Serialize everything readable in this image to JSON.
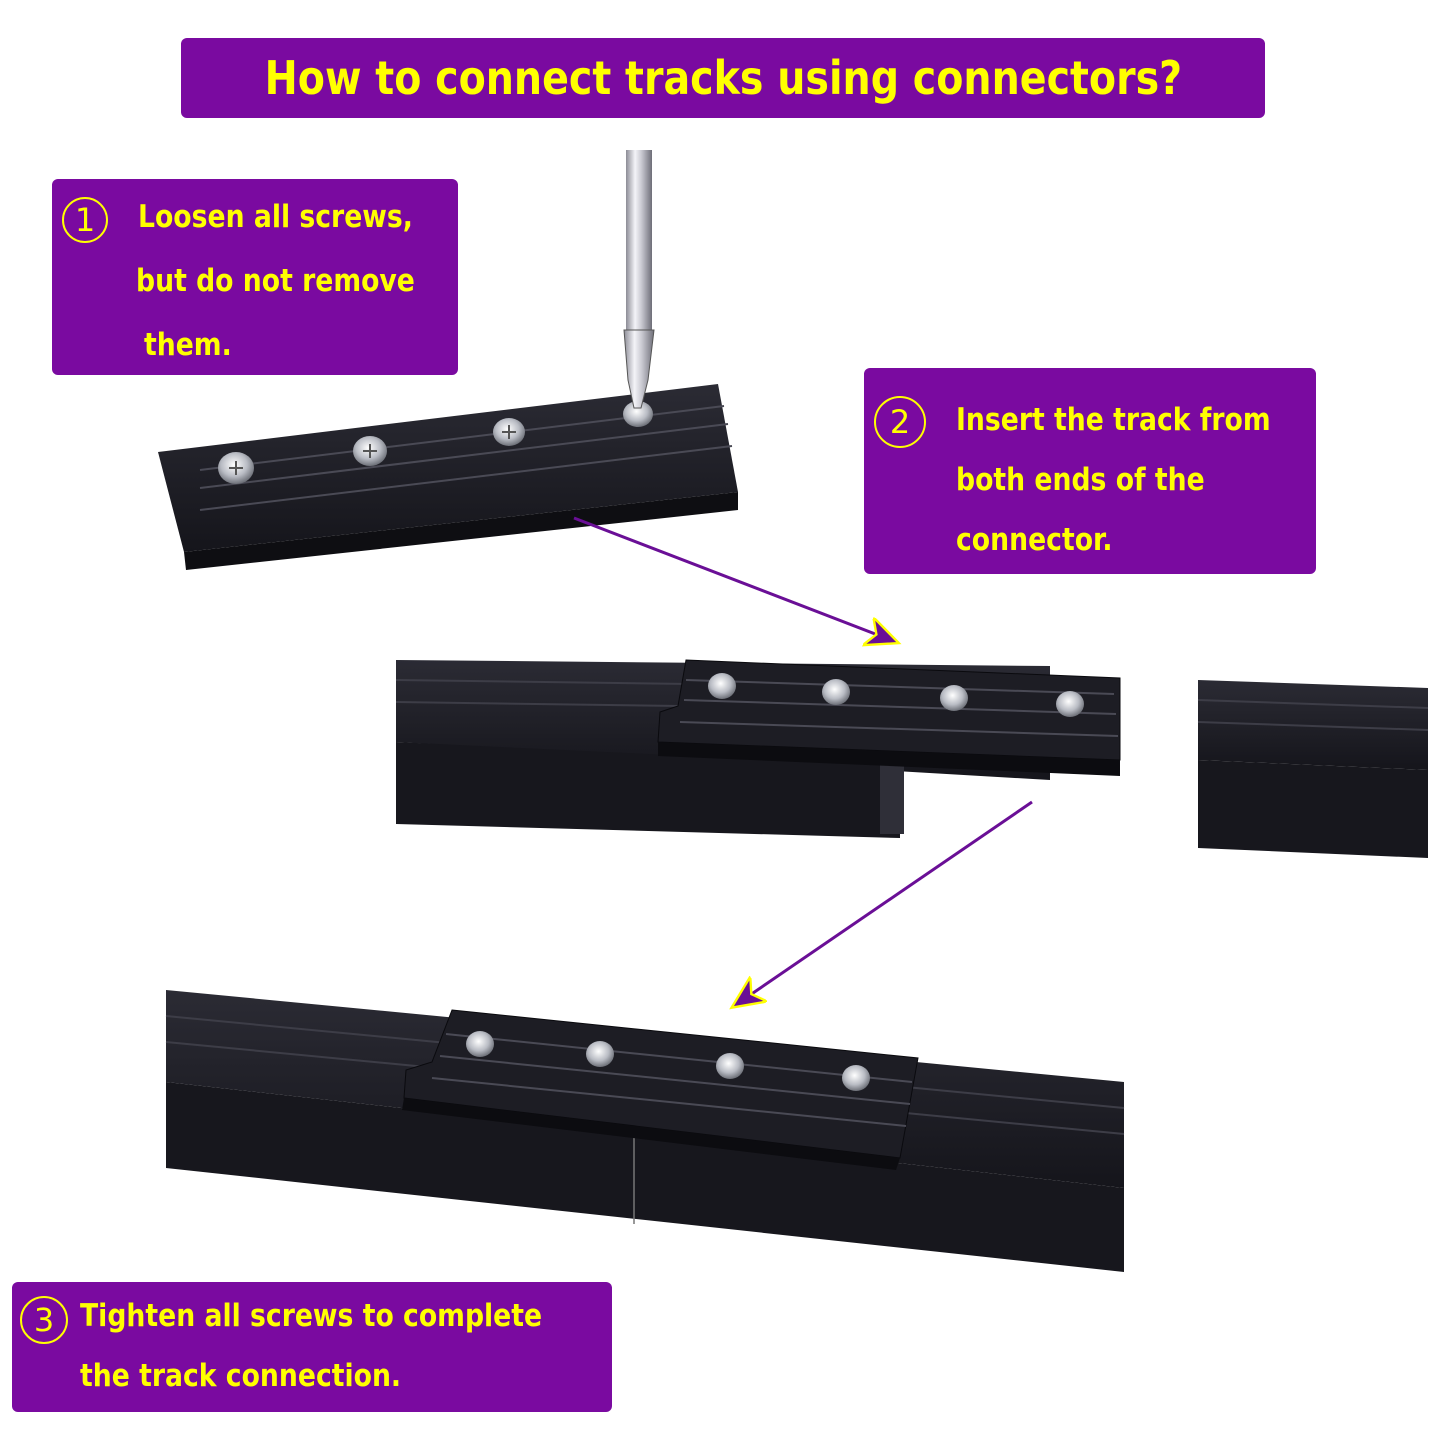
{
  "title": "How to connect tracks using connectors?",
  "steps": [
    {
      "number": "1",
      "lines": [
        "Loosen all screws,",
        "but do not remove",
        "them."
      ]
    },
    {
      "number": "2",
      "lines": [
        "Insert the track from",
        "both ends of the",
        "connector."
      ]
    },
    {
      "number": "3",
      "lines": [
        "Tighten all screws to complete",
        "the track connection."
      ]
    }
  ],
  "colors": {
    "panel": "#7a0aa0",
    "text": "#ffff00",
    "track": "#1f1f26",
    "arrow": "#6a0f96"
  }
}
